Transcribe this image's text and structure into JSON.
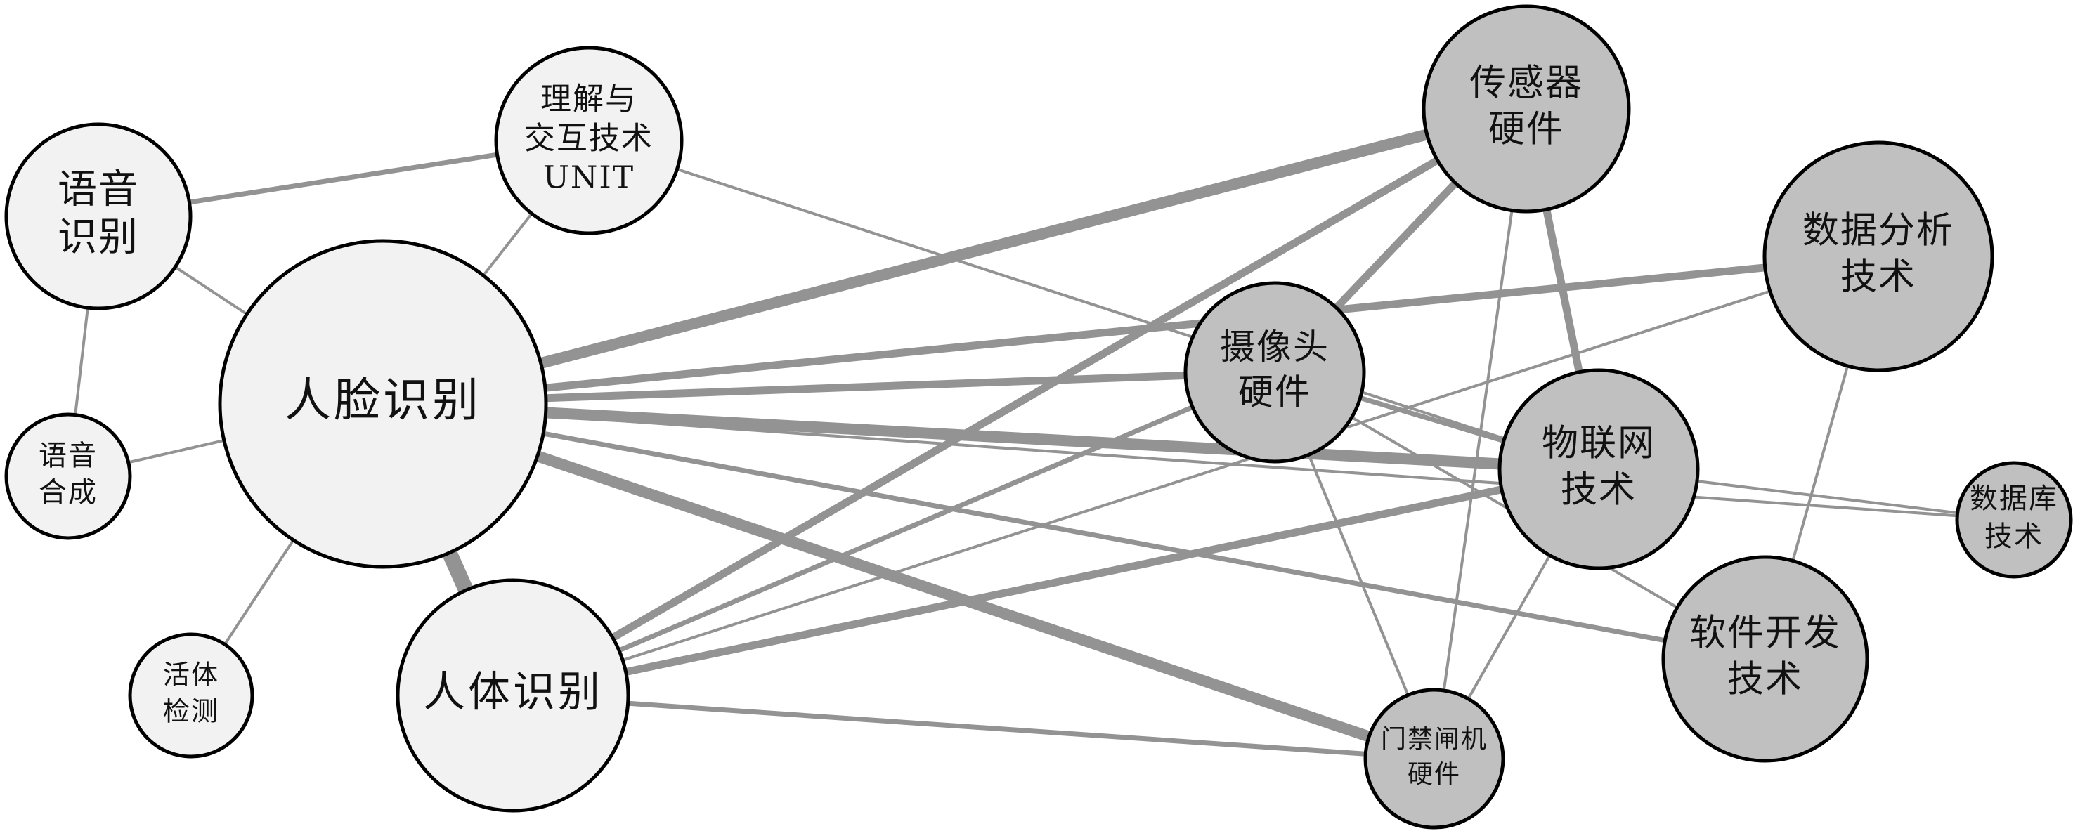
{
  "colors": {
    "left_node_fill": "#f2f2f2",
    "right_node_fill": "#c0c0c0",
    "edge": "#939393",
    "outline": "#000000",
    "background": "#ffffff"
  },
  "nodes": [
    {
      "id": "face",
      "label": [
        "人脸识别"
      ],
      "group": "left"
    },
    {
      "id": "speech_rec",
      "label": [
        "语音",
        "识别"
      ],
      "group": "left"
    },
    {
      "id": "understanding",
      "label": [
        "理解与",
        "交互技术",
        "UNIT"
      ],
      "group": "left"
    },
    {
      "id": "speech_syn",
      "label": [
        "语音",
        "合成"
      ],
      "group": "left"
    },
    {
      "id": "liveness",
      "label": [
        "活体",
        "检测"
      ],
      "group": "left"
    },
    {
      "id": "body",
      "label": [
        "人体识别"
      ],
      "group": "left"
    },
    {
      "id": "sensor",
      "label": [
        "传感器",
        "硬件"
      ],
      "group": "right"
    },
    {
      "id": "data_analysis",
      "label": [
        "数据分析",
        "技术"
      ],
      "group": "right"
    },
    {
      "id": "camera",
      "label": [
        "摄像头",
        "硬件"
      ],
      "group": "right"
    },
    {
      "id": "iot",
      "label": [
        "物联网",
        "技术"
      ],
      "group": "right"
    },
    {
      "id": "database",
      "label": [
        "数据库",
        "技术"
      ],
      "group": "right"
    },
    {
      "id": "software",
      "label": [
        "软件开发",
        "技术"
      ],
      "group": "right"
    },
    {
      "id": "gate",
      "label": [
        "门禁闸机",
        "硬件"
      ],
      "group": "right"
    }
  ],
  "edges": [
    {
      "source": "face",
      "target": "sensor",
      "weight": 4
    },
    {
      "source": "face",
      "target": "camera",
      "weight": 3
    },
    {
      "source": "face",
      "target": "data_analysis",
      "weight": 3
    },
    {
      "source": "face",
      "target": "iot",
      "weight": 4
    },
    {
      "source": "face",
      "target": "gate",
      "weight": 4
    },
    {
      "source": "face",
      "target": "body",
      "weight": 5
    },
    {
      "source": "face",
      "target": "software",
      "weight": 2
    },
    {
      "source": "face",
      "target": "speech_rec",
      "weight": 1
    },
    {
      "source": "face",
      "target": "understanding",
      "weight": 1
    },
    {
      "source": "face",
      "target": "speech_syn",
      "weight": 1
    },
    {
      "source": "face",
      "target": "liveness",
      "weight": 1
    },
    {
      "source": "face",
      "target": "database",
      "weight": 1
    },
    {
      "source": "speech_rec",
      "target": "understanding",
      "weight": 2
    },
    {
      "source": "speech_rec",
      "target": "speech_syn",
      "weight": 1
    },
    {
      "source": "understanding",
      "target": "iot",
      "weight": 1
    },
    {
      "source": "body",
      "target": "sensor",
      "weight": 3
    },
    {
      "source": "body",
      "target": "camera",
      "weight": 2
    },
    {
      "source": "body",
      "target": "iot",
      "weight": 3
    },
    {
      "source": "body",
      "target": "data_analysis",
      "weight": 1
    },
    {
      "source": "body",
      "target": "gate",
      "weight": 2
    },
    {
      "source": "sensor",
      "target": "camera",
      "weight": 3
    },
    {
      "source": "sensor",
      "target": "iot",
      "weight": 3
    },
    {
      "source": "sensor",
      "target": "gate",
      "weight": 1
    },
    {
      "source": "camera",
      "target": "iot",
      "weight": 2
    },
    {
      "source": "camera",
      "target": "gate",
      "weight": 1
    },
    {
      "source": "camera",
      "target": "software",
      "weight": 1
    },
    {
      "source": "data_analysis",
      "target": "software",
      "weight": 1
    },
    {
      "source": "iot",
      "target": "database",
      "weight": 1
    },
    {
      "source": "iot",
      "target": "gate",
      "weight": 1
    }
  ]
}
